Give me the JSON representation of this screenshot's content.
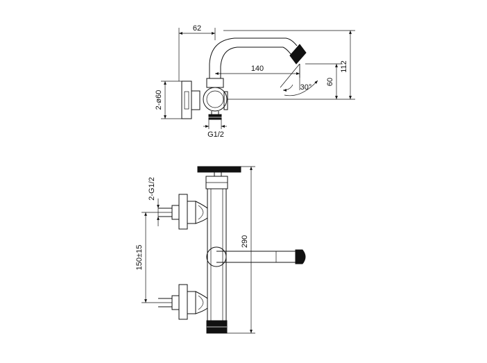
{
  "drawing": {
    "top_view": {
      "dim_width": "62",
      "dim_spout_reach": "140",
      "dim_height_total": "112",
      "dim_outlet_height": "60",
      "dim_angle": "30°",
      "dim_flange": "2-ø60",
      "dim_inlet_thread": "G1/2"
    },
    "front_view": {
      "dim_inlet_threads": "2-G1/2",
      "dim_centers": "150±15",
      "dim_height": "290"
    }
  }
}
